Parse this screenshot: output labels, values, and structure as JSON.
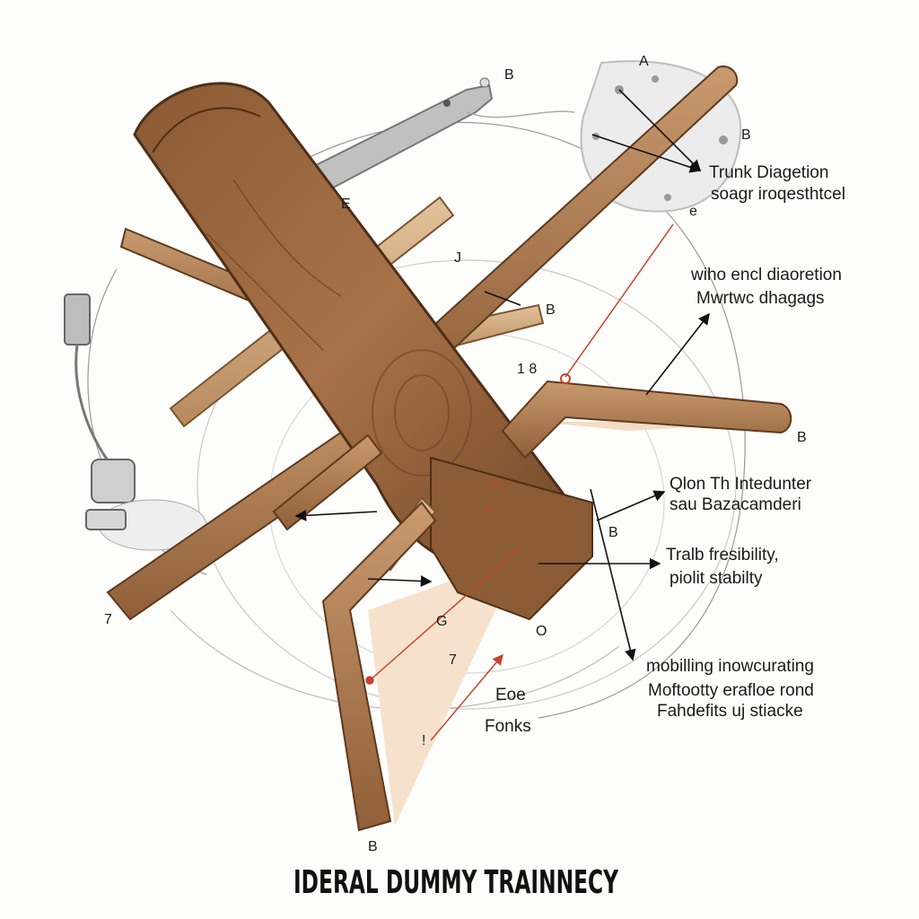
{
  "title": "IDERAL  DUMMY TRAINNECY",
  "callouts": {
    "trunk_line1": "Trunk Diagetion",
    "trunk_line2": "soagr iroqesthtcel",
    "wiho_line1": "wiho encl diaoretion",
    "wiho_line2": "Mwrtwc dhagags",
    "qlon_line1": "Qlon Th Intedunter",
    "qlon_line2": "sau Bazacamderi",
    "tralb_line1": "Tralb fresibility,",
    "tralb_line2": "piolit stabilty",
    "mob_line1": "mobilling inowcurating",
    "mob_line2": "Moftootty erafloe rond",
    "mob_line3": "Fahdefits uj stiacke",
    "eoe": "Eoe",
    "fonks": "Fonks"
  },
  "letters": {
    "a_top": "A",
    "b_top_left": "B",
    "b_top_right": "B",
    "e_right": "e",
    "e_left": "E",
    "j_mark": "J",
    "b_mid": "B",
    "n18": "1 8",
    "b_arm_end": "B",
    "b_center": "B",
    "seven_left": "7",
    "g": "G",
    "o": "O",
    "seven_bottom": "7",
    "dot_mark": "!",
    "b_bottom": "B"
  },
  "colors": {
    "wood_dark": "#6e4526",
    "wood_mid": "#9a6a42",
    "wood_light": "#c89a6e",
    "wood_pale": "#d8b68e",
    "accent_red": "#c8432b",
    "shade_peach": "#f6e2cc",
    "metal_grey": "#b8b8b8"
  }
}
